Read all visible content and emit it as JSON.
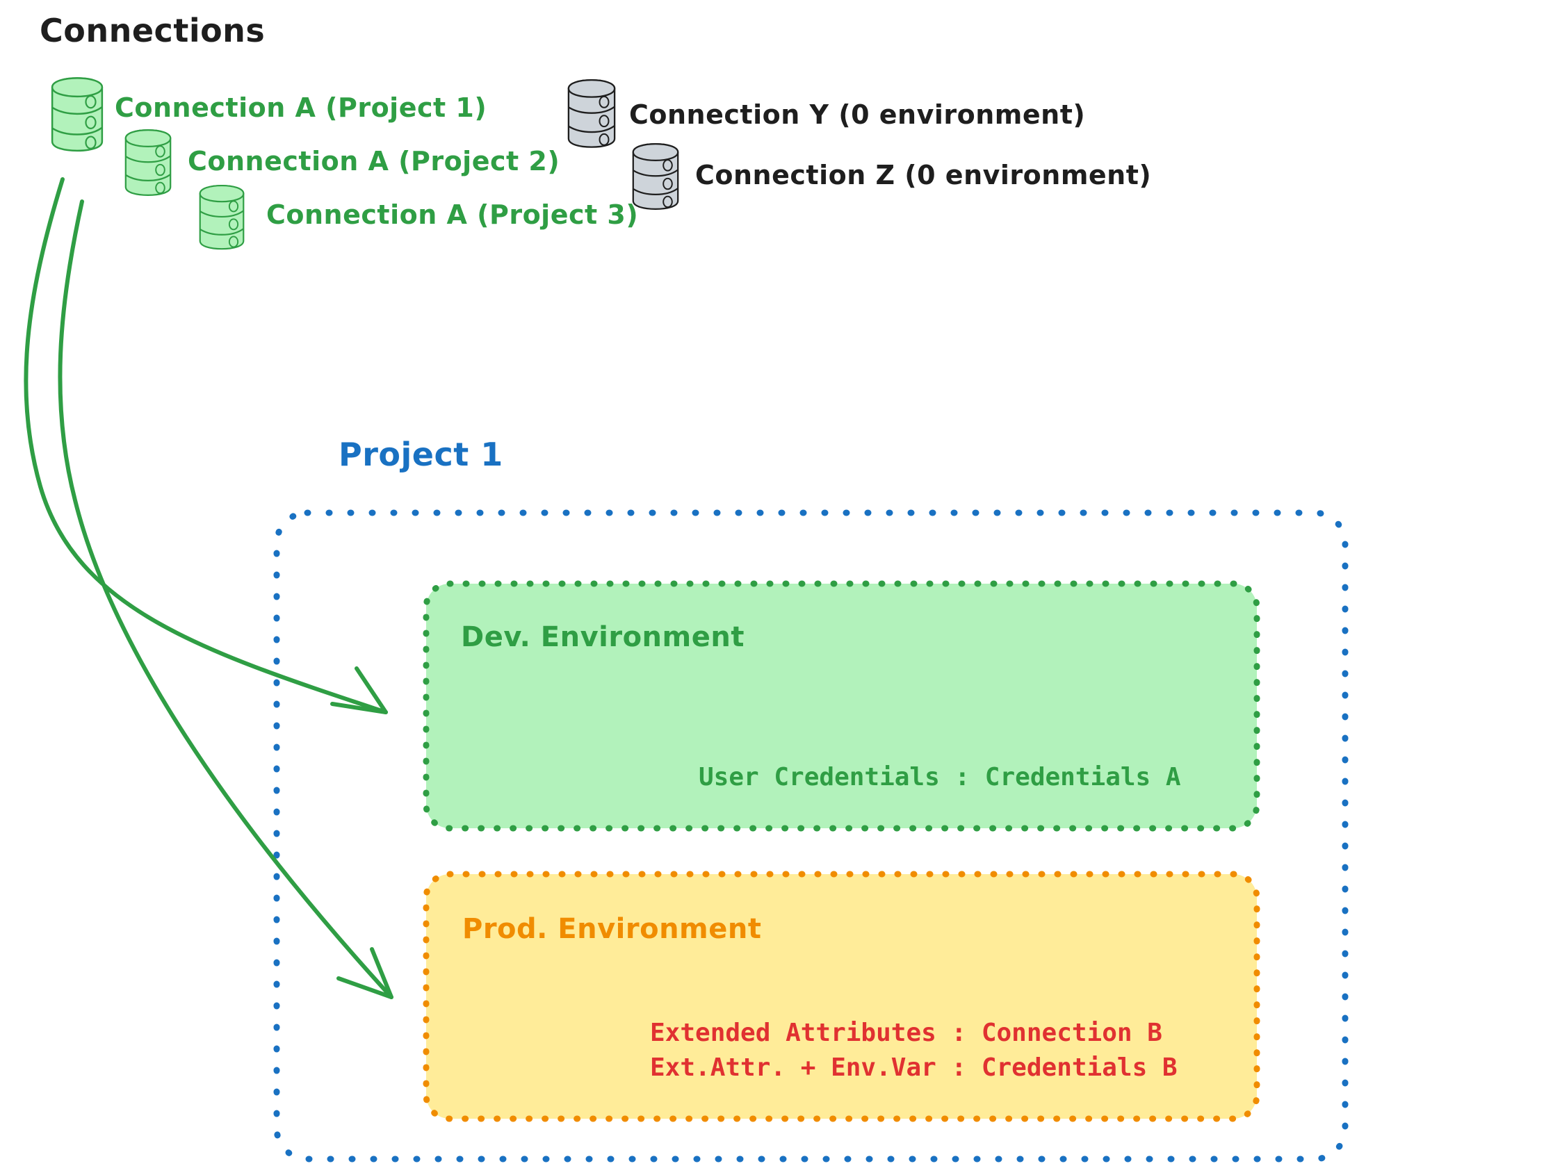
{
  "diagram": {
    "title": "Connections",
    "title_color": "#1e1e1e",
    "background": "#ffffff"
  },
  "palette": {
    "green_stroke": "#2f9e44",
    "green_fill": "#b2f2bb",
    "gray_stroke": "#1e1e1e",
    "gray_fill": "#ced4da",
    "blue": "#1971c2",
    "orange_stroke": "#f08c00",
    "orange_fill": "#ffec99",
    "red": "#e03131",
    "black": "#1e1e1e"
  },
  "connections": {
    "heading": "Connections",
    "green_nodes": [
      {
        "icon": "database-icon",
        "label": "Connection A (Project 1)"
      },
      {
        "icon": "database-icon",
        "label": "Connection A (Project 2)"
      },
      {
        "icon": "database-icon",
        "label": "Connection A (Project 3)"
      }
    ],
    "gray_nodes": [
      {
        "icon": "database-icon",
        "label": "Connection Y (0 environment)"
      },
      {
        "icon": "database-icon",
        "label": "Connection Z (0 environment)"
      }
    ]
  },
  "project": {
    "label": "Project 1",
    "environments": [
      {
        "name": "Dev. Environment",
        "accent": "#2f9e44",
        "fill": "#b2f2bb",
        "entries": [
          "User Credentials : Credentials A"
        ]
      },
      {
        "name": "Prod. Environment",
        "accent": "#f08c00",
        "fill": "#ffec99",
        "entries": [
          "Extended Attributes : Connection B",
          "Ext.Attr. + Env.Var : Credentials B"
        ]
      }
    ]
  },
  "arrows": [
    {
      "from": "connection-a-project-1",
      "to": "dev-environment"
    },
    {
      "from": "connection-a-project-1",
      "to": "prod-environment"
    }
  ]
}
